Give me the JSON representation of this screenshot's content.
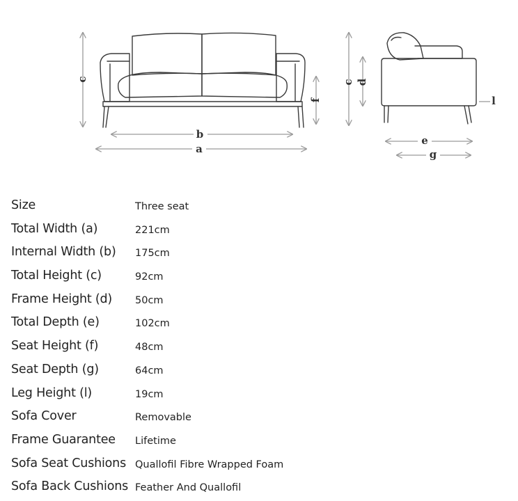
{
  "diagram": {
    "front_labels": {
      "a": "a",
      "b": "b",
      "c": "c",
      "f": "f"
    },
    "side_labels": {
      "c": "c",
      "d": "d",
      "e": "e",
      "g": "g",
      "l": "l"
    }
  },
  "specs": [
    {
      "label": "Size",
      "value": "Three seat"
    },
    {
      "label": "Total Width (a)",
      "value": "221cm"
    },
    {
      "label": "Internal Width (b)",
      "value": "175cm"
    },
    {
      "label": "Total Height (c)",
      "value": "92cm"
    },
    {
      "label": "Frame Height (d)",
      "value": "50cm"
    },
    {
      "label": "Total Depth (e)",
      "value": "102cm"
    },
    {
      "label": "Seat Height (f)",
      "value": "48cm"
    },
    {
      "label": "Seat Depth (g)",
      "value": "64cm"
    },
    {
      "label": "Leg Height (l)",
      "value": "19cm"
    },
    {
      "label": "Sofa Cover",
      "value": "Removable"
    },
    {
      "label": "Frame Guarantee",
      "value": "Lifetime"
    },
    {
      "label": "Sofa Seat Cushions",
      "value": "Quallofil Fibre Wrapped Foam"
    },
    {
      "label": "Sofa Back Cushions",
      "value": "Feather And Quallofil"
    }
  ]
}
